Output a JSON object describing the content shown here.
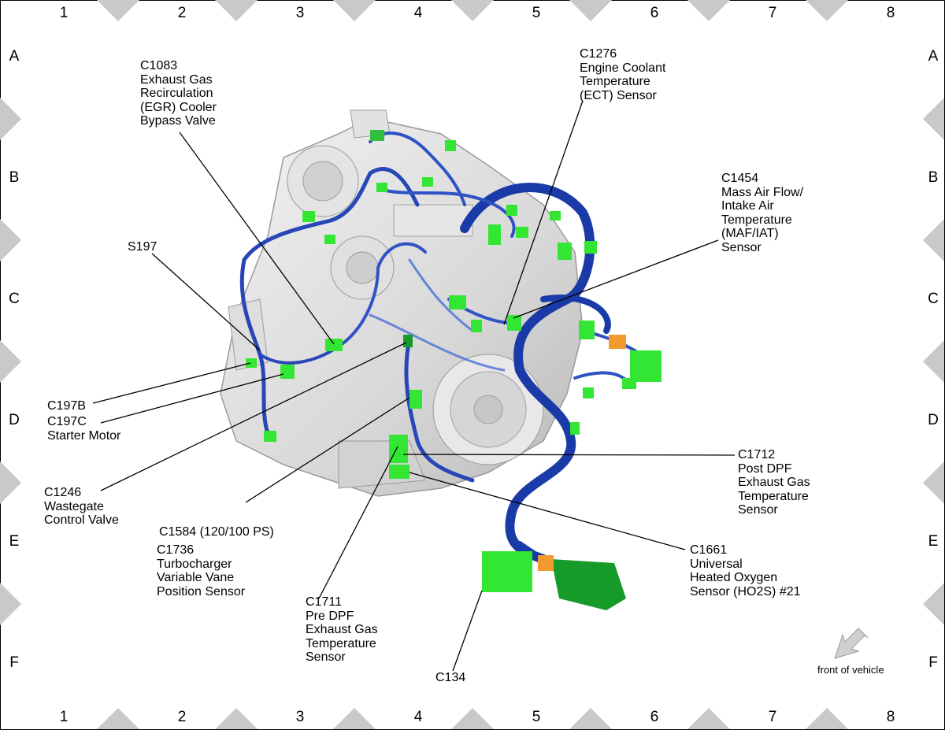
{
  "grid": {
    "columns": [
      "1",
      "2",
      "3",
      "4",
      "5",
      "6",
      "7",
      "8"
    ],
    "rows": [
      "A",
      "B",
      "C",
      "D",
      "E",
      "F"
    ]
  },
  "callouts": [
    {
      "id": "c1083",
      "lines": [
        "C1083",
        "Exhaust Gas",
        "Recirculation",
        "(EGR) Cooler",
        "Bypass Valve"
      ]
    },
    {
      "id": "c1276",
      "lines": [
        "C1276",
        "Engine Coolant",
        "Temperature",
        "(ECT) Sensor"
      ]
    },
    {
      "id": "c1454",
      "lines": [
        "C1454",
        "Mass Air Flow/",
        "Intake Air",
        "Temperature",
        "(MAF/IAT)",
        "Sensor"
      ]
    },
    {
      "id": "s197",
      "lines": [
        "S197"
      ]
    },
    {
      "id": "c197b",
      "lines": [
        "C197B"
      ]
    },
    {
      "id": "c197c",
      "lines": [
        "C197C",
        "Starter Motor"
      ]
    },
    {
      "id": "c1246",
      "lines": [
        "C1246",
        "Wastegate",
        "Control Valve"
      ]
    },
    {
      "id": "c1584",
      "lines": [
        "C1584 (120/100 PS)"
      ]
    },
    {
      "id": "c1736",
      "lines": [
        "C1736",
        "Turbocharger",
        "Variable Vane",
        "Position Sensor"
      ]
    },
    {
      "id": "c1711",
      "lines": [
        "C1711",
        "Pre DPF",
        "Exhaust Gas",
        "Temperature",
        "Sensor"
      ]
    },
    {
      "id": "c134",
      "lines": [
        "C134"
      ]
    },
    {
      "id": "c1712",
      "lines": [
        "C1712",
        "Post DPF",
        "Exhaust Gas",
        "Temperature",
        "Sensor"
      ]
    },
    {
      "id": "c1661",
      "lines": [
        "C1661",
        "Universal",
        "Heated Oxygen",
        "Sensor (HO2S) #21"
      ]
    }
  ],
  "front_of_vehicle": "front of vehicle",
  "colors": {
    "harness": "#1f3fb0",
    "harness_light": "#4a6fd8",
    "connector": "#33e633",
    "connector_dark": "#169a2a",
    "orange": "#f29a2e",
    "engine": "#d9d9d9",
    "grid_marker": "#c9c9c9"
  }
}
